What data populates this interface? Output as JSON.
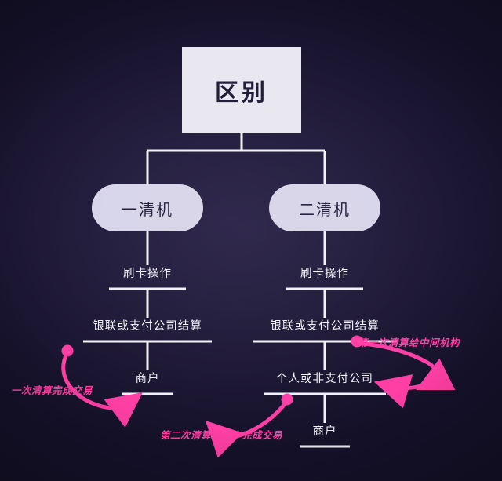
{
  "diagram": {
    "title": "区别",
    "branches": [
      {
        "name": "一清机",
        "steps": [
          "刷卡操作",
          "银联或支付公司结算",
          "商户"
        ]
      },
      {
        "name": "二清机",
        "steps": [
          "刷卡操作",
          "银联或支付公司结算",
          "个人或非支付公司",
          "商户"
        ]
      }
    ],
    "annotations": [
      "一次清算完成交易",
      "第一次清算给中间机构",
      "第二次清算给商户完成交易"
    ],
    "colors": {
      "background": "#1c1633",
      "node_fill": "#e9e8f1",
      "pill_fill": "#d8d5ea",
      "line": "#f2f1f7",
      "annotation": "#ff3fa4"
    }
  }
}
